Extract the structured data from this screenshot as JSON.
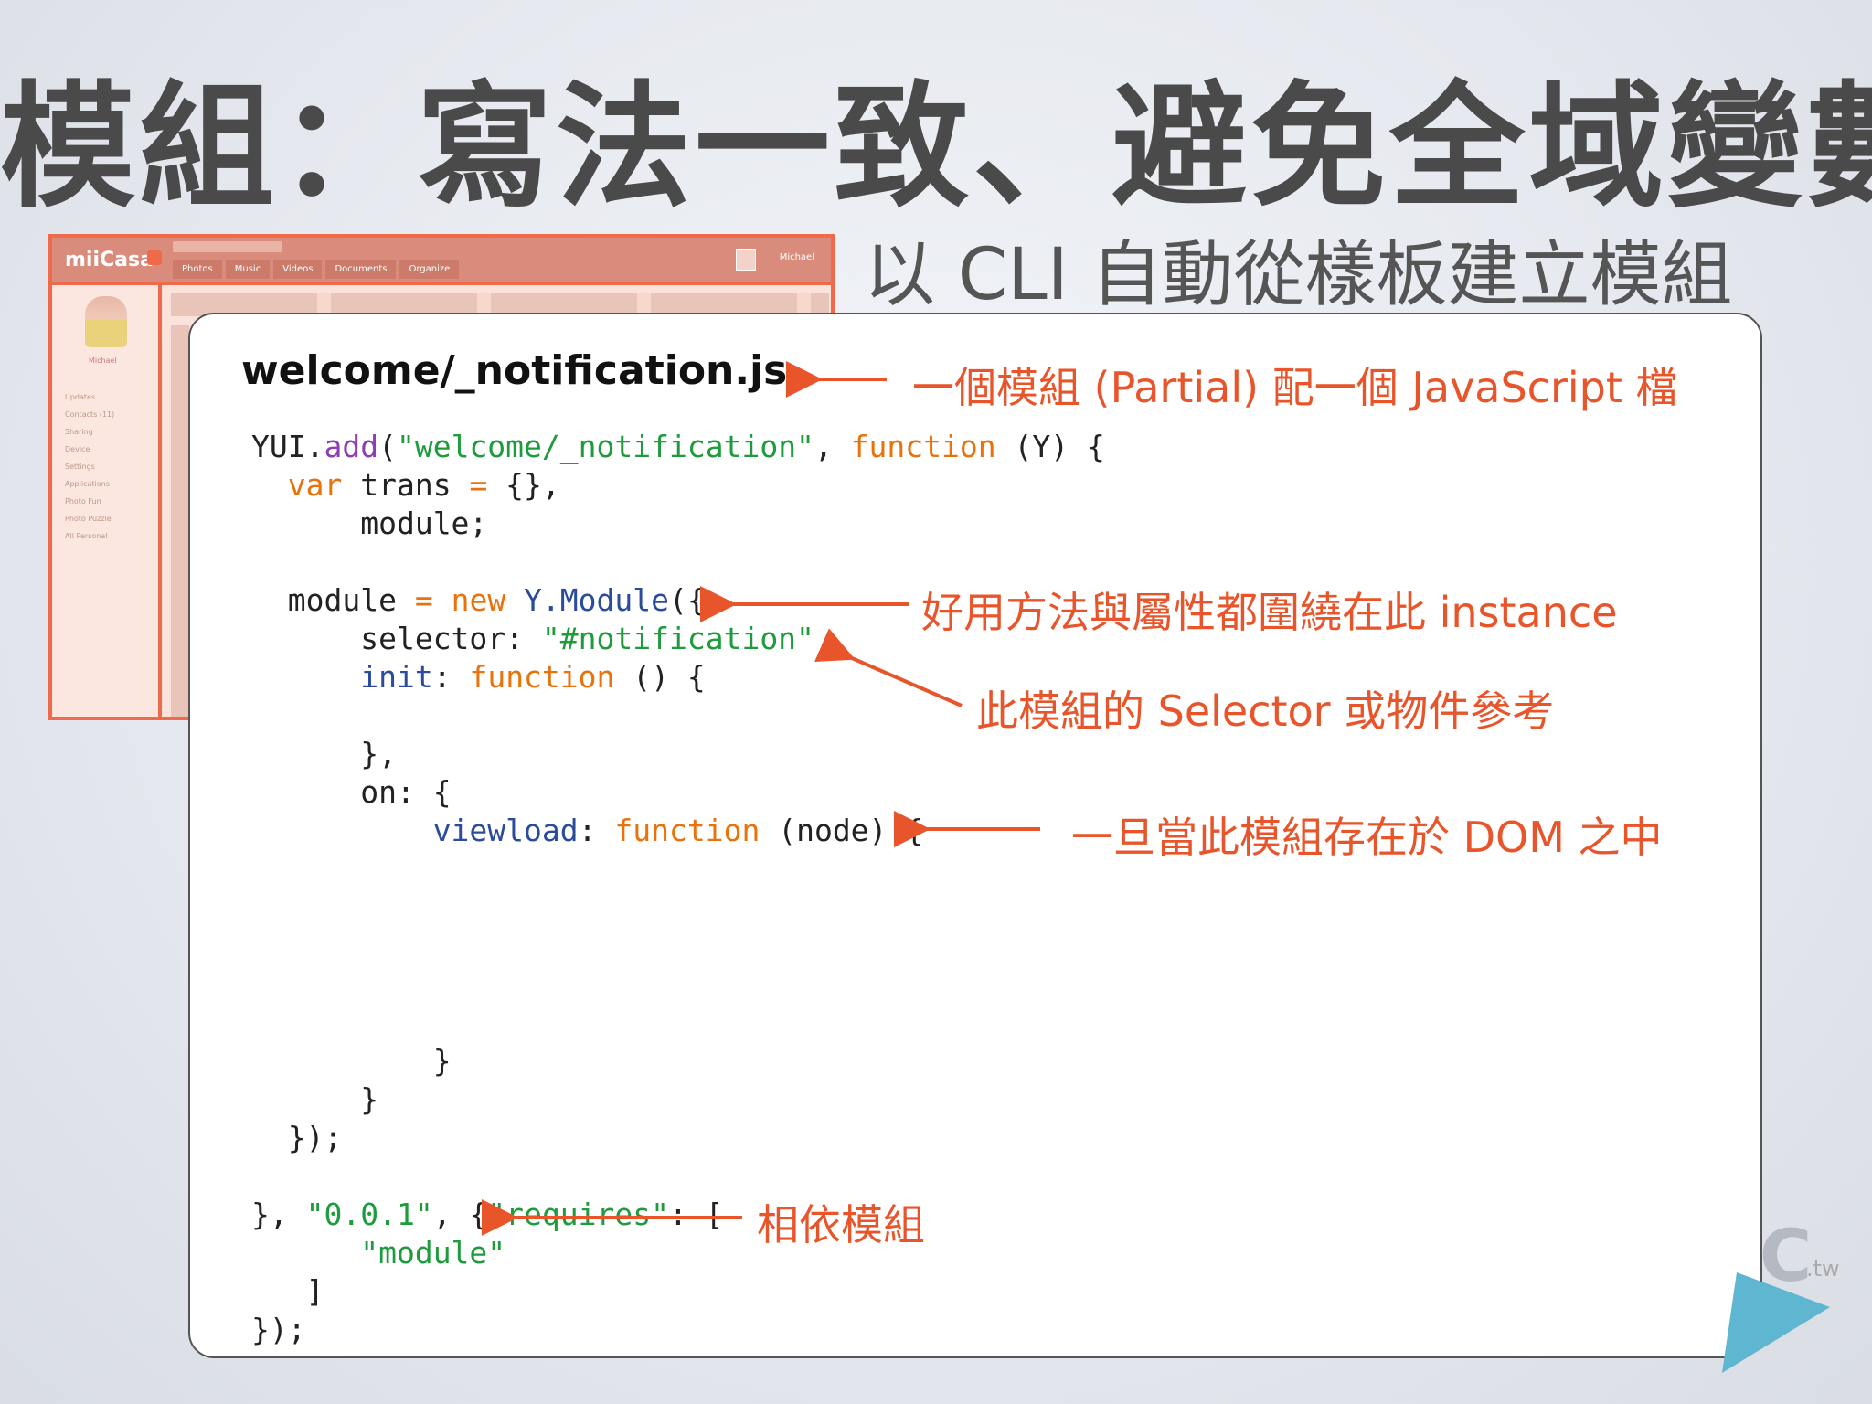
{
  "title": "模組：寫法一致、避免全域變數",
  "subtitle": "以 CLI 自動從樣板建立模組",
  "screenshot": {
    "logo": "miiCasa",
    "nav": [
      "Photos",
      "Music",
      "Videos",
      "Documents",
      "Organize"
    ],
    "user": "Michael",
    "profile_name": "Michael",
    "menu": [
      "Updates",
      "Contacts (11)",
      "Sharing",
      "Device",
      "Settings",
      "Applications",
      "Photo Fun",
      "Photo Puzzle",
      "All Personal"
    ]
  },
  "card": {
    "filename": "welcome/_notification.js"
  },
  "annotations": {
    "partial": "一個模組 (Partial) 配一個 JavaScript 檔",
    "instance": "好用方法與屬性都圍繞在此 instance",
    "selector": "此模組的 Selector 或物件參考",
    "viewload": "一旦當此模組存在於 DOM 之中",
    "requires": "相依模組"
  },
  "code_tokens": {
    "yui": "YUI.",
    "add": "add",
    "module_name": "\"welcome/_notification\"",
    "function_kw": "function",
    "y_param": " (Y) {",
    "var_kw": "var",
    "trans": " trans ",
    "eq": "=",
    "trans_val": " {},",
    "module_decl": "module;",
    "module_assign": "module ",
    "new_kw": "new",
    "y_module": "Y.Module",
    "module_open": "({",
    "selector_key": "selector: ",
    "selector_val": "\"#notification\"",
    "comma": ",",
    "init_key": "init",
    "colon": ": ",
    "init_fn_args": " () {",
    "close_brace_comma": "},",
    "on_key": "on: {",
    "viewload_key": "viewload",
    "viewload_args": " (node) {",
    "close_brace": "}",
    "close_module": "});",
    "close_fn": "}, ",
    "version": "\"0.0.1\"",
    "obj_open": ", {",
    "requires_key": "\"requires\"",
    "array_open": ": [",
    "module_dep": "\"module\"",
    "array_close": "]",
    "close_add": "});"
  },
  "colors": {
    "accent": "#e8552b",
    "keyword": "#e8730c",
    "string": "#1e9b3c",
    "identifier": "#2b4c9b"
  },
  "icons": {
    "corner_logo_mark": "C",
    "corner_logo_suffix": ".tw"
  }
}
